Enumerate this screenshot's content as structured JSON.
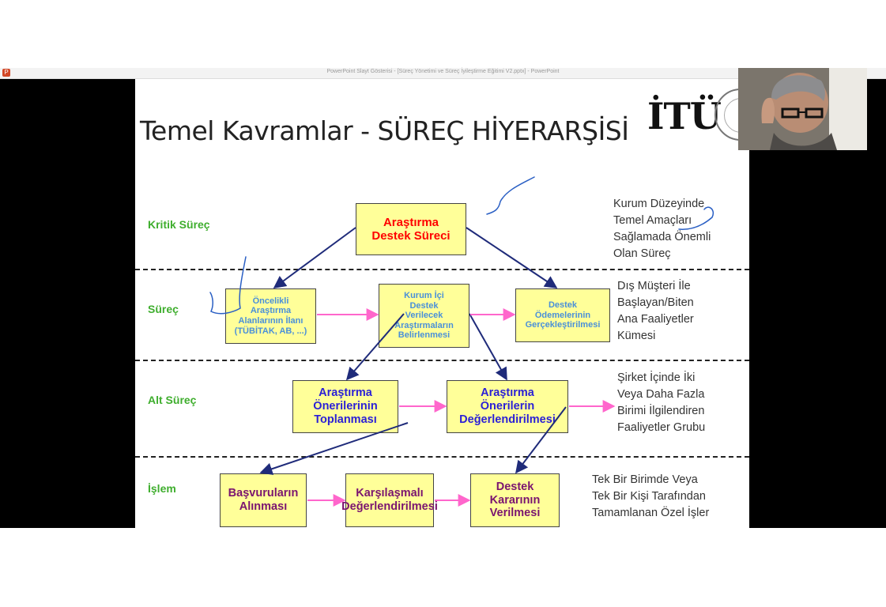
{
  "window": {
    "title": "PowerPoint Slayt Gösterisi - [Süreç Yönetimi ve Süreç İyileştirme Eğitimi V2.pptx] - PowerPoint",
    "icon": "powerpoint-icon"
  },
  "slide": {
    "title": "Temel Kavramlar - SÜREÇ HİYERARŞİSİ",
    "logo": "İTÜ",
    "levels": [
      "Kritik Süreç",
      "Süreç",
      "Alt Süreç",
      "İşlem"
    ],
    "boxes": {
      "arastirma_destek": "Araştırma\nDestek Süreci",
      "oncelikli": "Öncelikli\nAraştırma\nAlanlarının İlanı\n(TÜBİTAK, AB, ...)",
      "kurum_ici": "Kurum İçi\nDestek\nVerilecek\nAraştırmaların\nBelirlenmesi",
      "destek_odemeleri": "Destek\nÖdemelerinin\nGerçekleştirilmesi",
      "onerilerin_toplanmasi": "Araştırma\nÖnerilerinin\nToplanması",
      "onerilerin_degerlendirilmesi": "Araştırma\nÖnerilerin\nDeğerlendirilmesi",
      "basvurularin_alinmasi": "Başvuruların\nAlınması",
      "karsilasmali": "Karşılaşmalı\nDeğerlendirilmesi",
      "destek_kararinin": "Destek\nKararının\nVerilmesi"
    },
    "descriptions": [
      "Kurum Düzeyinde\nTemel Amaçları\nSağlamada Önemli\nOlan Süreç",
      "Dış Müşteri İle\nBaşlayan/Biten\nAna Faaliyetler\nKümesi",
      "Şirket İçinde İki\nVeya Daha Fazla\nBirimi İlgilendiren\nFaaliyetler Grubu",
      "Tek Bir Birimde Veya\nTek Bir Kişi Tarafından\nTamamlanan Özel İşler"
    ]
  },
  "colors": {
    "level_text": "#3fae2e",
    "box_fill": "#ffff99",
    "critical_text": "#ff0000",
    "process_text": "#4a90d9",
    "subprocess_text": "#2a1fd6",
    "task_text": "#7a1470",
    "down_arrow": "#1f2b7a",
    "flow_arrow": "#ff66cc",
    "annotation_ink": "#2a5fc4"
  }
}
